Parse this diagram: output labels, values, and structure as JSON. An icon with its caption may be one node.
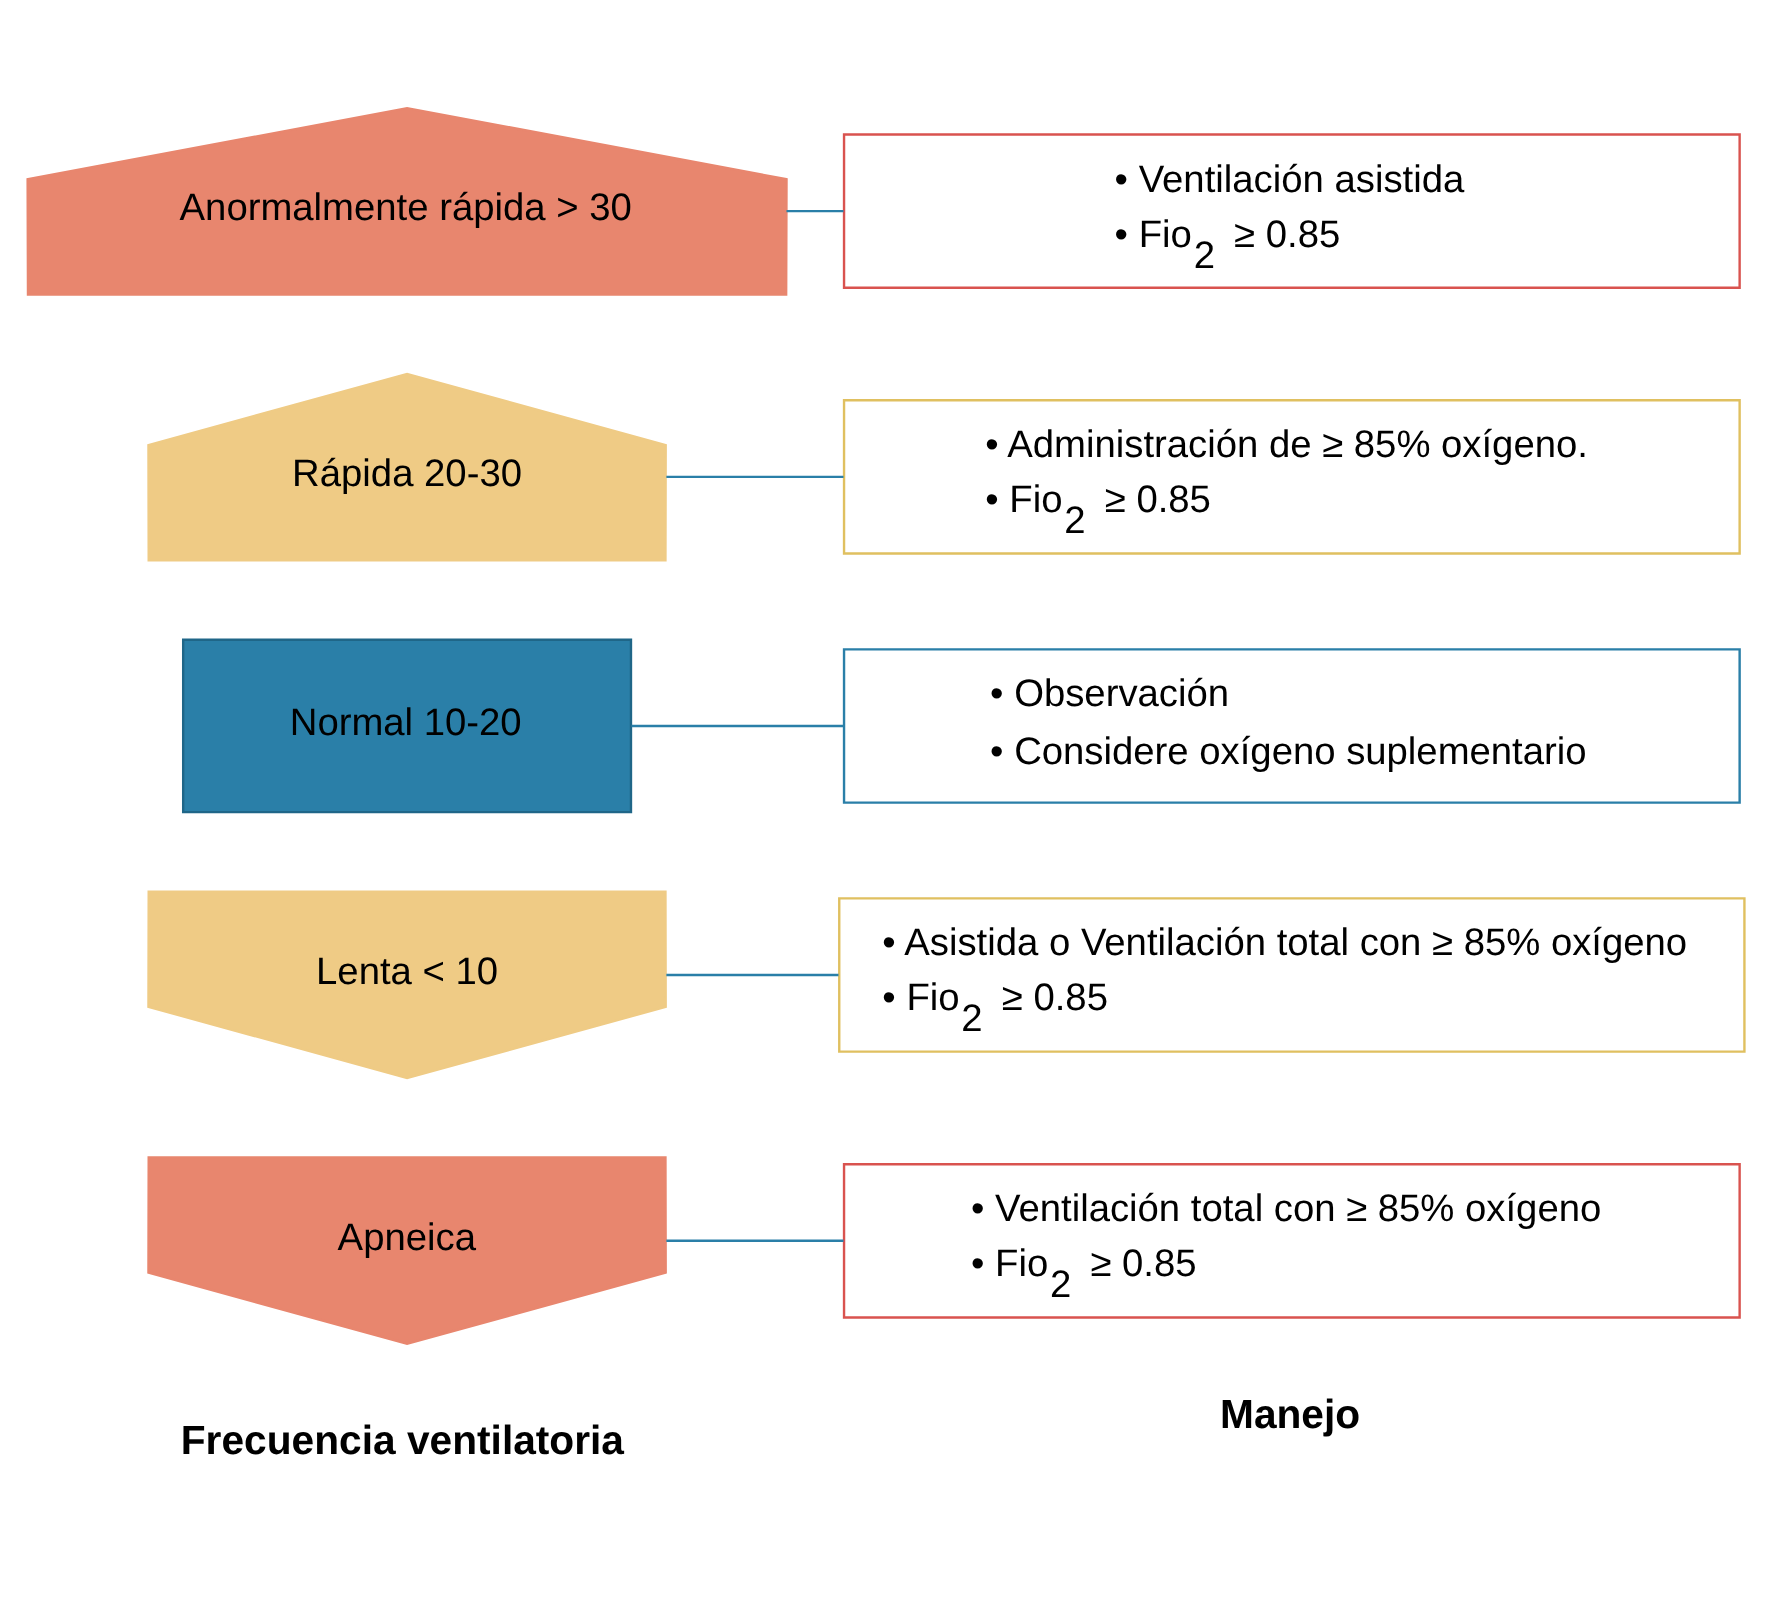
{
  "diagram": {
    "nodes": [
      {
        "text": [
          "Anormalmente rápida > 30"
        ]
      },
      {
        "text": [
          "• Ventilación asistida",
          "• Fio$_{2}$ ≥ 0.85"
        ]
      },
      {
        "text": [
          "Rápida 20-30"
        ]
      },
      {
        "text": [
          "• Administración de ≥ 85% oxígeno.",
          "• Fio$_{2}$ ≥ 0.85"
        ]
      },
      {
        "text": [
          "Normal 10-20"
        ]
      },
      {
        "text": [
          "• Observación",
          "• Considere oxígeno suplementario"
        ]
      },
      {
        "text": [
          "Lenta < 10"
        ]
      },
      {
        "text": [
          "• Asistida o Ventilación total con ≥ 85% oxígeno",
          "• Fio$_{2}$ ≥ 0.85"
        ]
      },
      {
        "text": [
          "Apneica"
        ]
      },
      {
        "text": [
          "• Ventilación total con ≥ 85% oxígeno",
          "• Fio$_{2}$ ≥ 0.85"
        ]
      }
    ],
    "edges": [
      {
        "from": 0,
        "to": 1,
        "arrow": "none"
      },
      {
        "from": 2,
        "to": 3,
        "arrow": "none"
      },
      {
        "from": 4,
        "to": 5,
        "arrow": "none"
      },
      {
        "from": 6,
        "to": 7,
        "arrow": "none"
      },
      {
        "from": 8,
        "to": 9,
        "arrow": "none"
      }
    ],
    "labels": [
      "Frecuencia ventilatoria",
      "Manejo"
    ]
  }
}
